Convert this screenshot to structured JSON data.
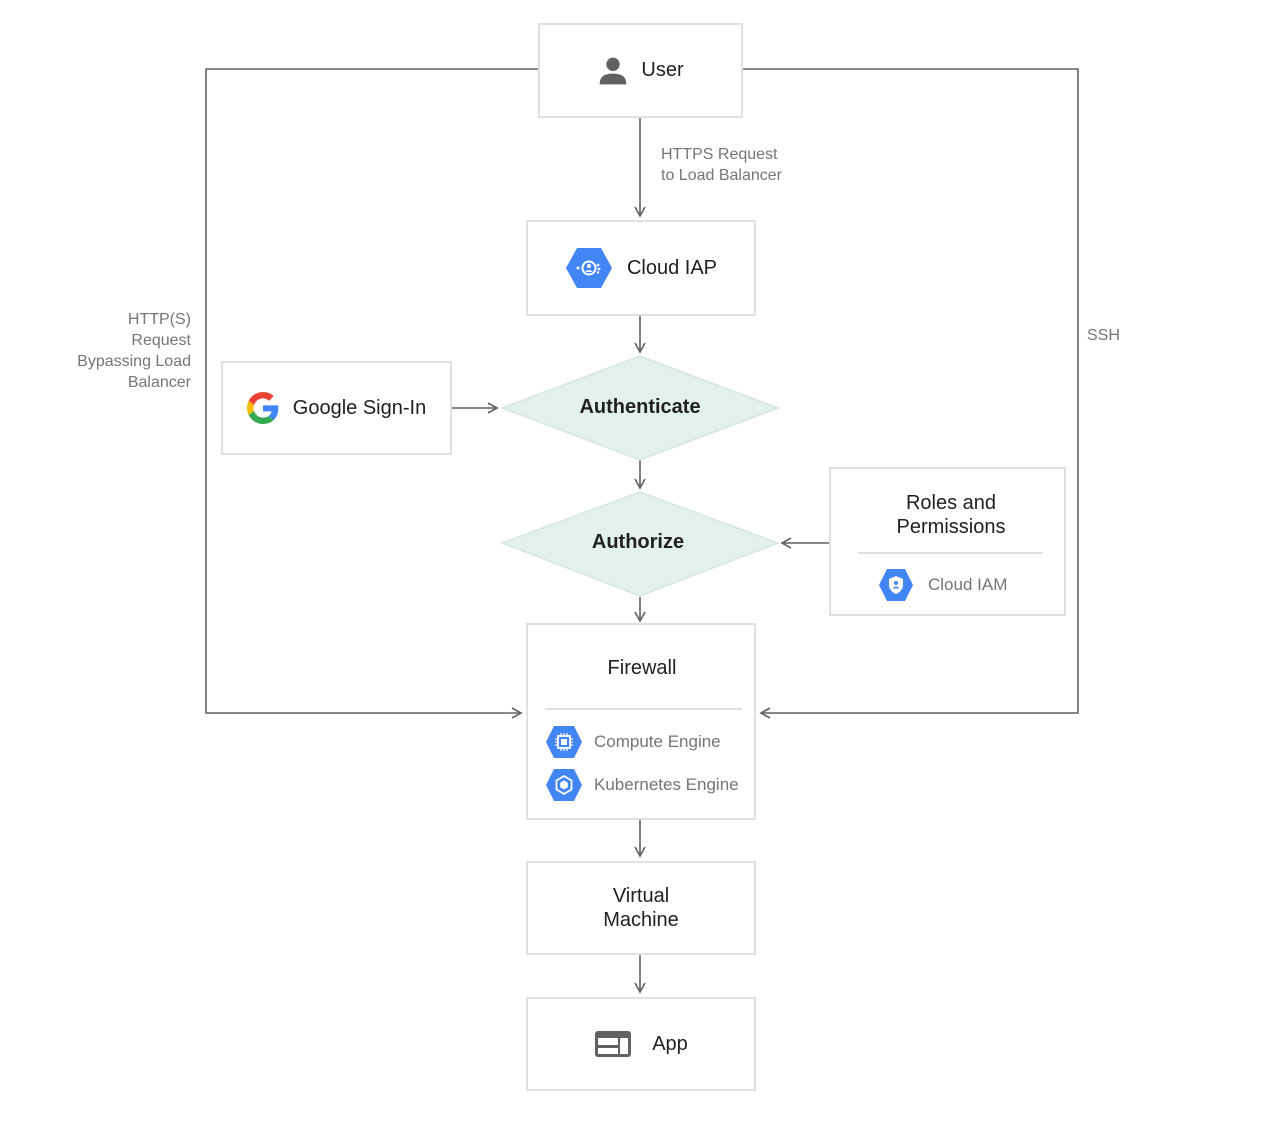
{
  "nodes": {
    "user": "User",
    "cloud_iap": "Cloud IAP",
    "google_signin": "Google Sign-In",
    "authenticate": "Authenticate",
    "authorize": "Authorize",
    "roles_title": "Roles and Permissions",
    "cloud_iam": "Cloud IAM",
    "firewall": "Firewall",
    "compute_engine": "Compute Engine",
    "kubernetes_engine": "Kubernetes Engine",
    "virtual_machine": "Virtual Machine",
    "app": "App"
  },
  "edges": {
    "https_request_line1": "HTTPS Request",
    "https_request_line2": "to Load Balancer",
    "bypass_line1": "HTTP(S)",
    "bypass_line2": "Request",
    "bypass_line3": "Bypassing Load",
    "bypass_line4": "Balancer",
    "ssh": "SSH"
  },
  "icons": {
    "user": "person-icon",
    "cloud_iap": "cloud-iap-hexagon-icon",
    "google_signin": "google-g-logo-icon",
    "cloud_iam": "cloud-iam-hexagon-icon",
    "compute_engine": "compute-engine-hexagon-icon",
    "kubernetes_engine": "kubernetes-engine-hexagon-icon",
    "app": "app-window-icon"
  },
  "colors": {
    "gcp_blue": "#4285F4",
    "diamond_fill": "#E2F1EA",
    "line": "#616161",
    "border": "#E0E0E0"
  }
}
